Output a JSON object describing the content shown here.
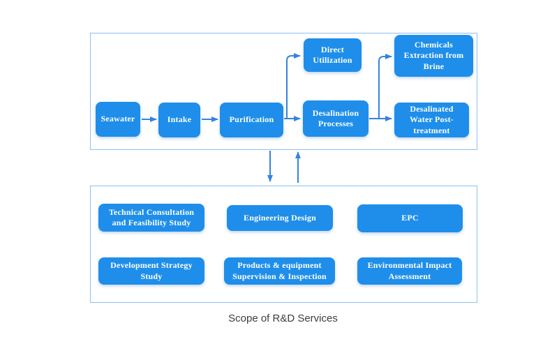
{
  "caption": "Scope of R&D Services",
  "process_flow": {
    "seawater": "Seawater",
    "intake": "Intake",
    "purification": "Purification",
    "desalination_processes": "Desalination Processes",
    "direct_utilization": "Direct Utilization",
    "chemicals_extraction": "Chemicals Extraction from Brine",
    "post_treatment": "Desalinated Water Post-treatment"
  },
  "services": {
    "technical_consultation": "Technical Consultation and Feasibility Study",
    "engineering_design": "Engineering Design",
    "epc": "EPC",
    "development_strategy": "Development Strategy Study",
    "products_equipment": "Products & equipment Supervision & Inspection",
    "environmental_impact": "Environmental Impact Assessment"
  },
  "colors": {
    "node_fill": "#1e8eea",
    "node_text": "#ffffff",
    "arrow": "#3583de",
    "panel_border": "#8fc0ed",
    "caption_text": "#3d3d3d"
  }
}
